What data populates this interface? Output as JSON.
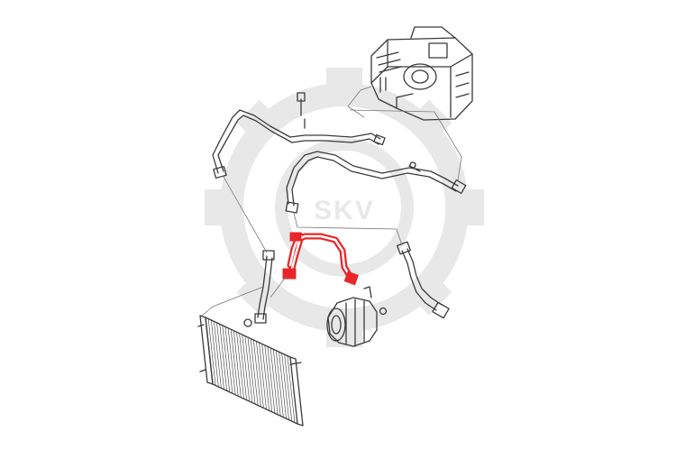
{
  "watermark": {
    "text": "SKV",
    "color": "#e8e8e8"
  },
  "colors": {
    "line": "#3a3a3a",
    "highlight": "#e8262a",
    "highlight_inner": "#ffffff",
    "leader": "#777777",
    "background": "#ffffff"
  },
  "parts": [
    {
      "name": "hvac-heater-box",
      "highlighted": false
    },
    {
      "name": "ac-line-upper-left",
      "highlighted": false
    },
    {
      "name": "ac-line-upper-right",
      "highlighted": false
    },
    {
      "name": "ac-hose-highlighted",
      "highlighted": true
    },
    {
      "name": "ac-hose-right",
      "highlighted": false
    },
    {
      "name": "ac-line-lower-left",
      "highlighted": false
    },
    {
      "name": "ac-compressor",
      "highlighted": false
    },
    {
      "name": "condenser",
      "highlighted": false
    }
  ]
}
